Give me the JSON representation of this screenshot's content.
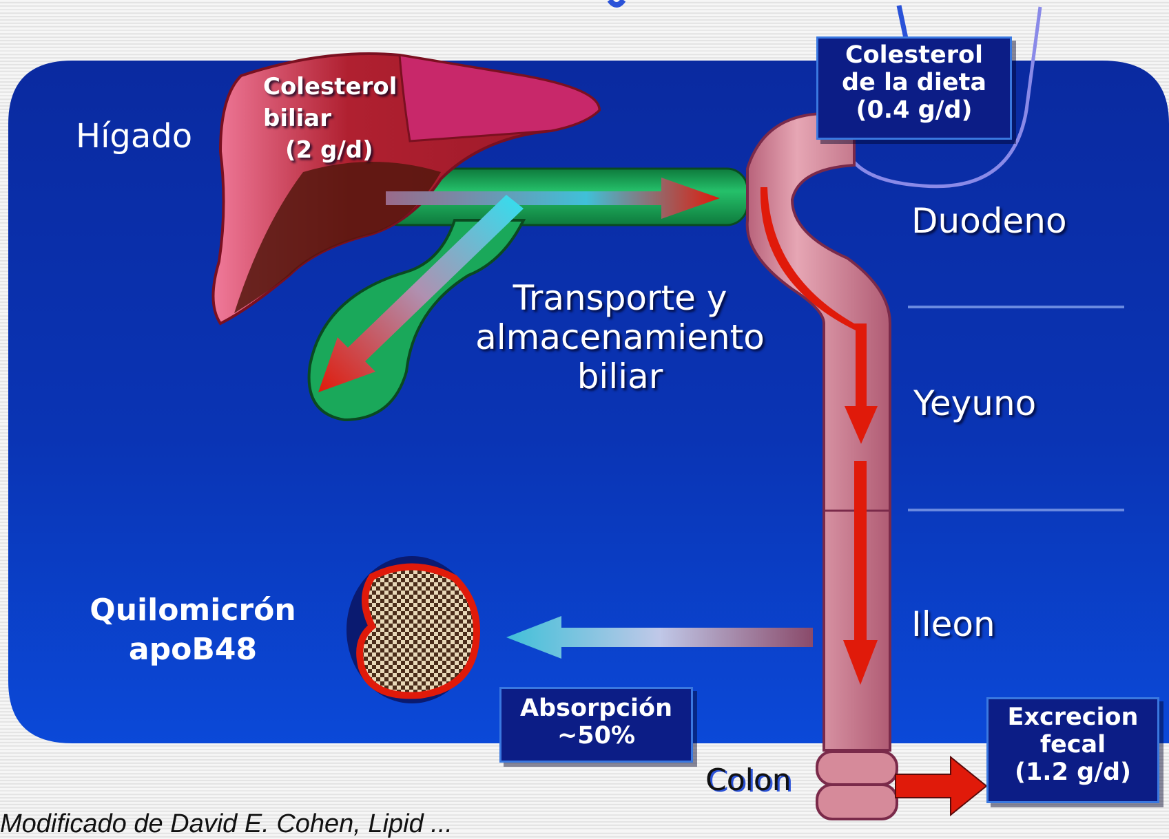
{
  "labels": {
    "liver": "Hígado",
    "biliary_cholesterol": [
      "Colesterol",
      "biliar",
      "(2 g/d)"
    ],
    "dietary_cholesterol": [
      "Colesterol",
      "de la dieta",
      "(0.4 g/d)"
    ],
    "duodenum": "Duodeno",
    "jejunum": "Yeyuno",
    "ileum": "Ileon",
    "transport": [
      "Transporte y",
      "almacenamiento",
      "biliar"
    ],
    "chylomicron": [
      "Quilomicrón",
      "apoB48"
    ],
    "absorption": [
      "Absorpción",
      "~50%"
    ],
    "fecal_excretion": [
      "Excrecion",
      "fecal",
      "(1.2 g/d)"
    ],
    "colon": "Colon",
    "caption": "Modificado de David E. Cohen, Lipid ..."
  },
  "colors": {
    "panel": "#0b2fa8",
    "gallbladder": "#1aa85a",
    "intestine": "#d98a9a",
    "flow_arrow": "#e01a0a",
    "box_bg": "#0c1d86"
  }
}
